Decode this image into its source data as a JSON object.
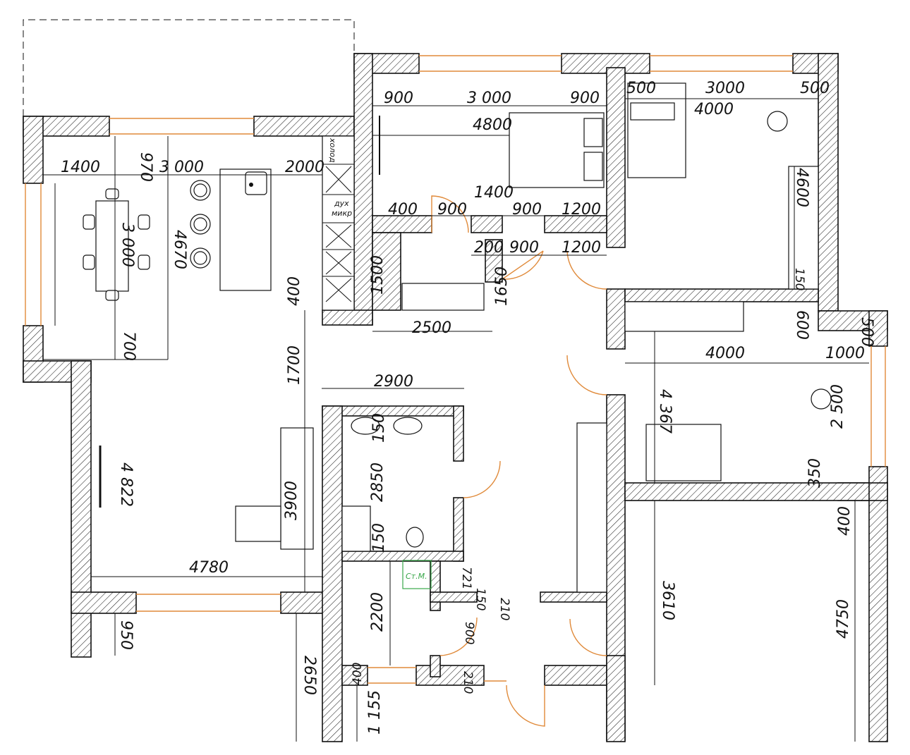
{
  "room_labels": {
    "fridge": "холод",
    "oven_micro_1": "дух",
    "oven_micro_2": "микр",
    "washer": "Ст.М."
  },
  "dimensions": {
    "kitchen_w1": "1400",
    "kitchen_w2": "970",
    "kitchen_w3": "3 000",
    "kitchen_w4": "2000",
    "kitchen_h1": "4670",
    "table_len": "3 000",
    "kitchen_h2": "700",
    "living_h": "4 822",
    "living_w": "4780",
    "sofa": "3900",
    "hall_h1": "400",
    "hall_h2": "1700",
    "bath_w": "2900",
    "bath_h1": "150",
    "bath_h2": "2850",
    "bath_h3": "150",
    "corr_h": "2200",
    "stub_1": "721",
    "stub_2": "150",
    "stub_3": "210",
    "stub_4": "900",
    "stub_5": "210",
    "entry_1": "400",
    "entry_2": "1 155",
    "left_low_1": "950",
    "left_low_2": "2650",
    "bed1_a": "900",
    "bed1_b": "3 000",
    "bed1_c": "900",
    "bed1_d": "4800",
    "bed1_e": "1400",
    "bed1_f": "400",
    "bed1_g": "900",
    "bed1_h": "900",
    "bed1_i": "1200",
    "bed1_j": "200",
    "bed1_k": "900",
    "bed1_l": "1200",
    "closet_1": "1500",
    "closet_2": "1650",
    "closet_3": "2500",
    "bed2_a": "500",
    "bed2_b": "3000",
    "bed2_c": "500",
    "bed2_d": "4000",
    "bed2_e": "4600",
    "bed2_f": "150",
    "bed2_g": "600",
    "bed3_a": "4000",
    "bed3_b": "1000",
    "bed3_c": "500",
    "bed3_d": "4 367",
    "bed3_e": "2 500",
    "bed3_f": "350",
    "bed3_g": "400",
    "right_1": "3610",
    "right_2": "4750"
  }
}
